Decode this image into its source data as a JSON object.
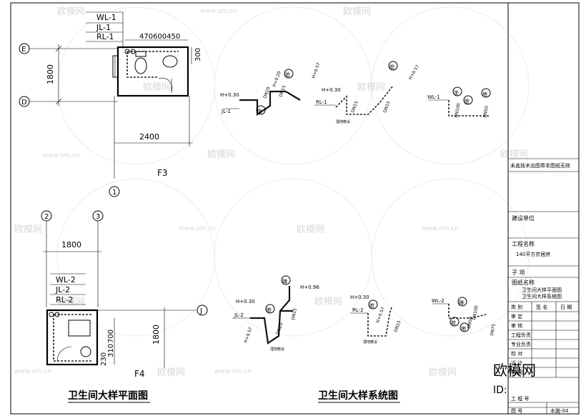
{
  "drawing": {
    "plan_title": "卫生间大样平面图",
    "system_title": "卫生间大样系统图",
    "upper_plan": {
      "pipe_labels": [
        "WL-1",
        "JL-1",
        "RL-1"
      ],
      "top_dims": "470600450",
      "right_dim": "300",
      "left_dim": "1800",
      "bottom_dim": "2400",
      "axis_e": "E",
      "axis_d": "D",
      "axis_1": "1",
      "room_tag": "F3"
    },
    "lower_plan": {
      "axis_2": "2",
      "axis_3": "3",
      "top_dim": "1800",
      "pipe_labels": [
        "WL-2",
        "JL-2",
        "RL-2"
      ],
      "axis_j": "J",
      "right_dim": "1800",
      "vert_dims": [
        "700",
        "310",
        "230"
      ],
      "room_tag": "F4"
    },
    "sys1": {
      "jl": "JL-1",
      "h": "H+0.30",
      "dn20": "DN20",
      "dn15": "DN15",
      "h2": "H+0.20",
      "h3": "H+0.57",
      "fixture_a": "脸",
      "fixture_b": "坐"
    },
    "sys2": {
      "rl": "RL-1",
      "h": "H+0.30",
      "dn15a": "DN15",
      "dn15b": "DN15",
      "note": "埋地敷设",
      "h2": "H+0.57",
      "fixture_a": "脸"
    },
    "sys3": {
      "wl": "WL-1",
      "dn100": "DN100",
      "dn50": "DN50",
      "fixture_a": "坐",
      "fixture_b": "脸",
      "fixture_c": "地"
    },
    "sys4": {
      "jl": "JL-2",
      "h": "H+0.30",
      "h2": "H+0.57",
      "h3": "H+0.96",
      "dn20": "DN20",
      "dn15": "DN15",
      "note": "埋地敷设",
      "fixture_a": "脸",
      "fixture_b": "蹲"
    },
    "sys5": {
      "rl": "RL-2",
      "h": "H+0.30",
      "h2": "H+0.57",
      "dn15": "DN15",
      "note": "埋地敷设",
      "fixture_a": "脸"
    },
    "sys6": {
      "wl": "WL-2",
      "dn100": "DN100",
      "dn50": "DN50",
      "dn75": "DN75",
      "fixture_a": "蹲",
      "fixture_b": "脸",
      "fixture_c": "地"
    }
  },
  "title_block": {
    "stamp_note": "未盖技术出图章本图纸无效",
    "client_label": "建设单位",
    "project_label": "工程名称",
    "project_name": "140平方农居房",
    "sub_item_label": "子  项",
    "drawing_name_label": "图纸名称",
    "drawing_name_1": "卫生间大样平面图",
    "drawing_name_2": "卫生间大样系统图",
    "table_headers": [
      "类  别",
      "签  名",
      "日  期"
    ],
    "roles": [
      "审  定",
      "审  核",
      "工程负责",
      "专业负责",
      "校  对",
      "设  计",
      "制  图"
    ],
    "project_no_label": "工 程 号",
    "drawing_no_label": "图    号",
    "drawing_no": "水施-04"
  },
  "watermark": {
    "brand": "欧模网",
    "url": "www.om.cn",
    "id_text": "ID:"
  }
}
